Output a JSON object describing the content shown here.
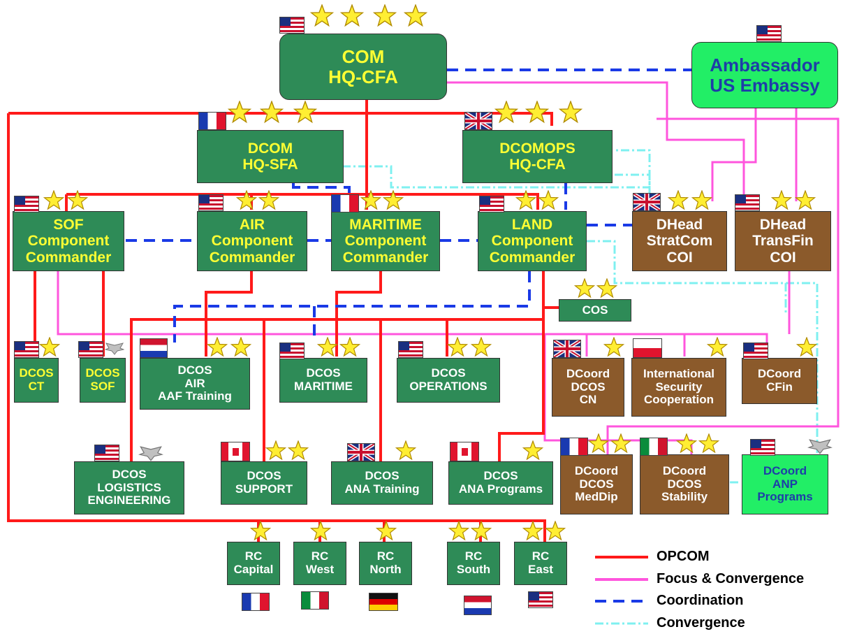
{
  "boxes": {
    "com": [
      "COM",
      "HQ-CFA"
    ],
    "ambassador": [
      "Ambassador",
      "US Embassy"
    ],
    "dcom": [
      "DCOM",
      "HQ-SFA"
    ],
    "dcomops": [
      "DCOMOPS",
      "HQ-CFA"
    ],
    "sof": [
      "SOF",
      "Component",
      "Commander"
    ],
    "air": [
      "AIR",
      "Component",
      "Commander"
    ],
    "maritime": [
      "MARITIME",
      "Component",
      "Commander"
    ],
    "land": [
      "LAND",
      "Component",
      "Commander"
    ],
    "stratcom": [
      "DHead",
      "StratCom",
      "COI"
    ],
    "transfin": [
      "DHead",
      "TransFin",
      "COI"
    ],
    "cos": [
      "COS"
    ],
    "dcos_ct": [
      "DCOS",
      "CT"
    ],
    "dcos_sof": [
      "DCOS",
      "SOF"
    ],
    "dcos_air": [
      "DCOS",
      "AIR",
      "AAF Training"
    ],
    "dcos_maritime": [
      "DCOS",
      "MARITIME"
    ],
    "dcos_operations": [
      "DCOS",
      "OPERATIONS"
    ],
    "dcoord_cn": [
      "DCoord",
      "DCOS",
      "CN"
    ],
    "isc": [
      "International",
      "Security",
      "Cooperation"
    ],
    "dcoord_cfin": [
      "DCoord",
      "CFin"
    ],
    "dcos_log": [
      "DCOS",
      "LOGISTICS",
      "ENGINEERING"
    ],
    "dcos_support": [
      "DCOS",
      "SUPPORT"
    ],
    "dcos_ana_training": [
      "DCOS",
      "ANA Training"
    ],
    "dcos_ana_programs": [
      "DCOS",
      "ANA Programs"
    ],
    "dcoord_meddip": [
      "DCoord",
      "DCOS",
      "MedDip"
    ],
    "dcoord_stability": [
      "DCoord",
      "DCOS",
      "Stability"
    ],
    "dcoord_anp": [
      "DCoord",
      "ANP",
      "Programs"
    ],
    "rc_capital": [
      "RC",
      "Capital"
    ],
    "rc_west": [
      "RC",
      "West"
    ],
    "rc_north": [
      "RC",
      "North"
    ],
    "rc_south": [
      "RC",
      "South"
    ],
    "rc_east": [
      "RC",
      "East"
    ]
  },
  "legend": {
    "opcom": "OPCOM",
    "focus": "Focus & Convergence",
    "coordination": "Coordination",
    "convergence": "Convergence"
  },
  "colors": {
    "opcom": "#ff1a1a",
    "focus": "#ff55dd",
    "coordination": "#1a3ae6",
    "convergence": "#7ff0f0",
    "green_box": "#2e8b57",
    "brown_box": "#8b5a2b",
    "lime_box": "#22ee66",
    "star": "#ffee33"
  }
}
